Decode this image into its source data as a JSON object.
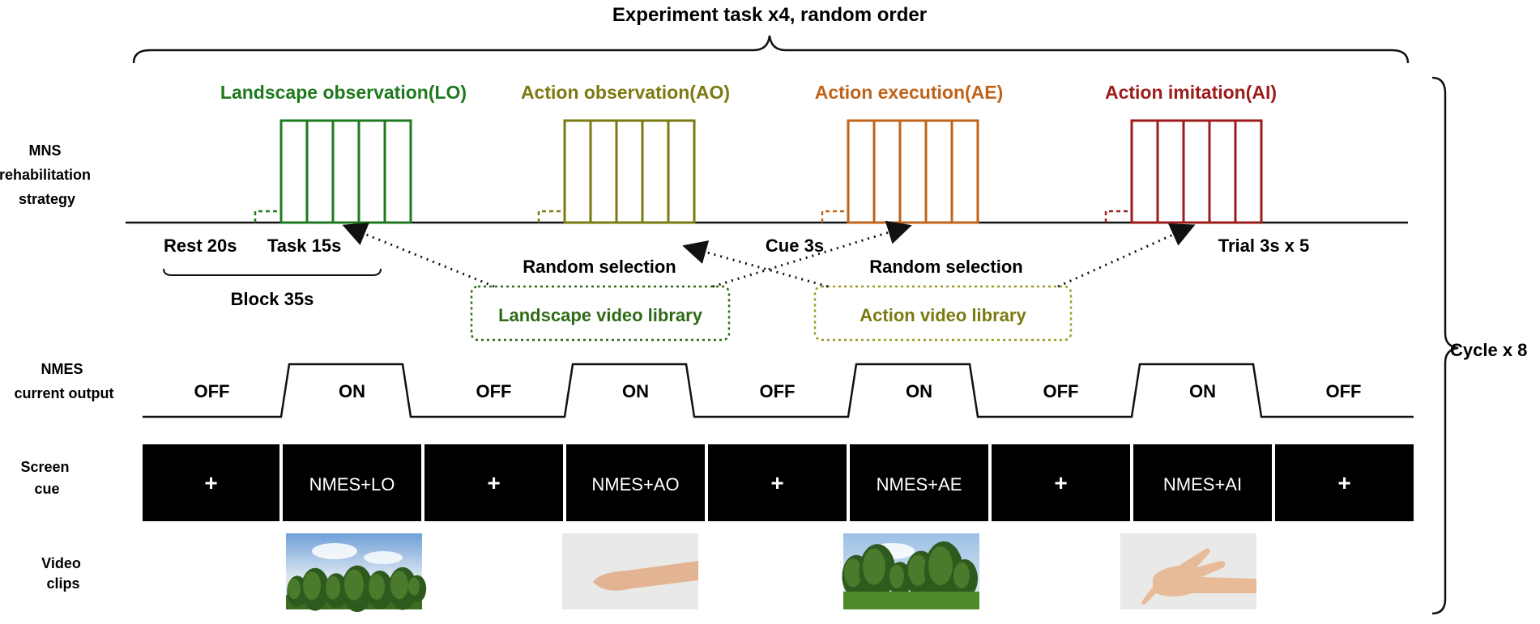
{
  "title": "Experiment task x4, random order",
  "cycle_label": "Cycle x 8",
  "rows": {
    "mns": [
      "MNS",
      "rehabilitation",
      "strategy"
    ],
    "nmes": [
      "NMES",
      "current output"
    ],
    "screen": [
      "Screen",
      "cue"
    ],
    "video": [
      "Video",
      "clips"
    ]
  },
  "tasks": [
    {
      "label": "Landscape observation(LO)",
      "color": "#1f7a1f",
      "cue": "NMES+LO"
    },
    {
      "label": "Action observation(AO)",
      "color": "#7a7a10",
      "cue": "NMES+AO"
    },
    {
      "label": "Action execution(AE)",
      "color": "#c0631a",
      "cue": "NMES+AE"
    },
    {
      "label": "Action imitation(AI)",
      "color": "#9e1b1b",
      "cue": "NMES+AI"
    }
  ],
  "timing": {
    "rest": "Rest 20s",
    "task": "Task 15s",
    "block": "Block 35s",
    "cue": "Cue 3s",
    "trial": "Trial 3s x 5"
  },
  "random_selection": [
    "Random selection",
    "Random selection"
  ],
  "libraries": {
    "landscape": {
      "label": "Landscape video library",
      "color": "#2e6b16"
    },
    "action": {
      "label": "Action video library",
      "color": "#8a8a1a"
    }
  },
  "nmes_states": [
    "OFF",
    "ON",
    "OFF",
    "ON",
    "OFF",
    "ON",
    "OFF",
    "ON",
    "OFF"
  ],
  "screen_cues": [
    "+",
    "NMES+LO",
    "+",
    "NMES+AO",
    "+",
    "NMES+AE",
    "+",
    "NMES+AI",
    "+"
  ],
  "video_clips": [
    "landscape",
    "hand",
    "landscape",
    "hand"
  ]
}
